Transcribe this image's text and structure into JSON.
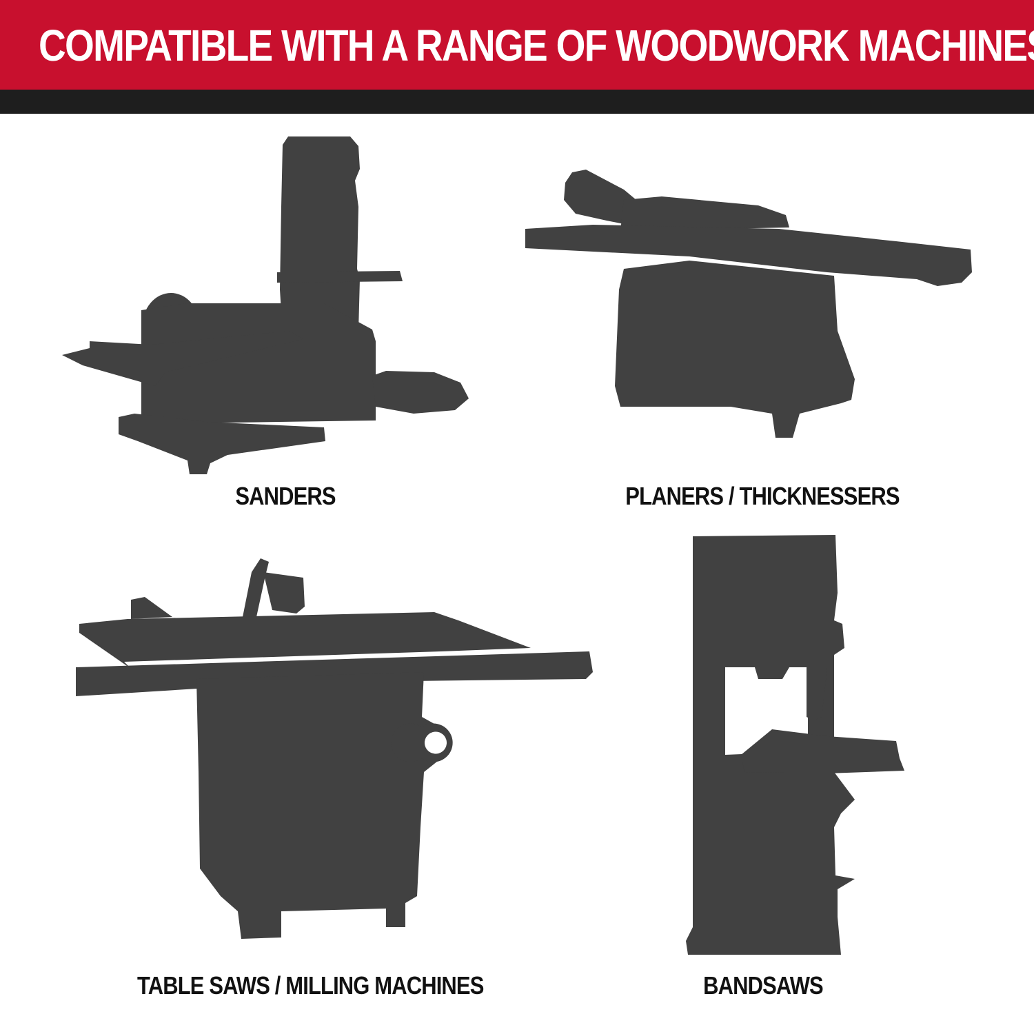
{
  "banner": {
    "title": "COMPATIBLE WITH A RANGE OF WOODWORK MACHINES",
    "color": "#c8102e",
    "stripe_color": "#1e1e1e"
  },
  "silhouette_color": "#414141",
  "machines": [
    {
      "label": "SANDERS"
    },
    {
      "label": "PLANERS / THICKNESSERS"
    },
    {
      "label": "TABLE SAWS / MILLING MACHINES"
    },
    {
      "label": "BANDSAWS"
    }
  ]
}
